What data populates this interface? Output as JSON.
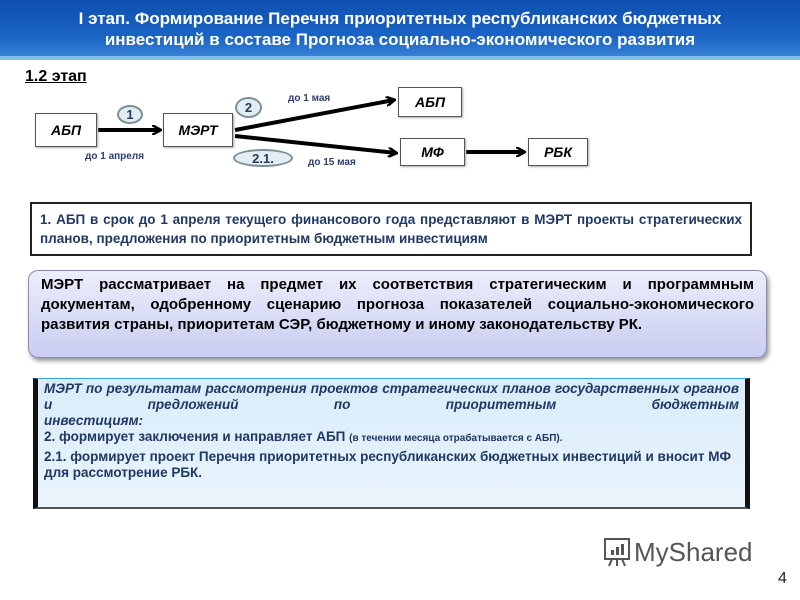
{
  "header": {
    "title_line1": "I этап. Формирование Перечня приоритетных республиканских бюджетных",
    "title_line2": "инвестиций в составе Прогноза социально-экономического развития"
  },
  "stage": "1.2 этап",
  "diagram": {
    "nodes": {
      "abp_left": "АБП",
      "mert": "МЭРТ",
      "abp_right": "АБП",
      "mf": "МФ",
      "rbk": "РБК"
    },
    "steps": {
      "s1": "1",
      "s2": "2",
      "s21": "2.1."
    },
    "labels": {
      "april": "до 1 апреля",
      "may1": "до 1 мая",
      "may15": "до 15 мая"
    }
  },
  "box1": {
    "text": "1. АБП в срок до 1 апреля текущего финансового года представляют в МЭРТ проекты стратегических планов, предложения по приоритетным бюджетным инвестициям"
  },
  "box2": {
    "text": "МЭРТ рассматривает на предмет их соответствия стратегическим и программным документам, одобренному сценарию прогноза показателей социально-экономического развития страны, приоритетам СЭР, бюджетному и иному законодательству РК."
  },
  "box3": {
    "intro": "МЭРТ по результатам рассмотрения проектов стратегических планов государственных органов и предложений по приоритетным бюджетным",
    "intro_end": "инвестициям:",
    "item2": "2. формирует заключения и направляет  АБП",
    "item2_note": "(в течении месяца отрабатывается с АБП).",
    "item21": "2.1. формирует проект Перечня приоритетных республиканских бюджетных инвестиций и вносит МФ  для рассмотрение РБК."
  },
  "footer": {
    "logo_text": "MyShared",
    "page_number": "4"
  },
  "colors": {
    "header": "#1a63c4",
    "text_blue": "#1f3864"
  }
}
